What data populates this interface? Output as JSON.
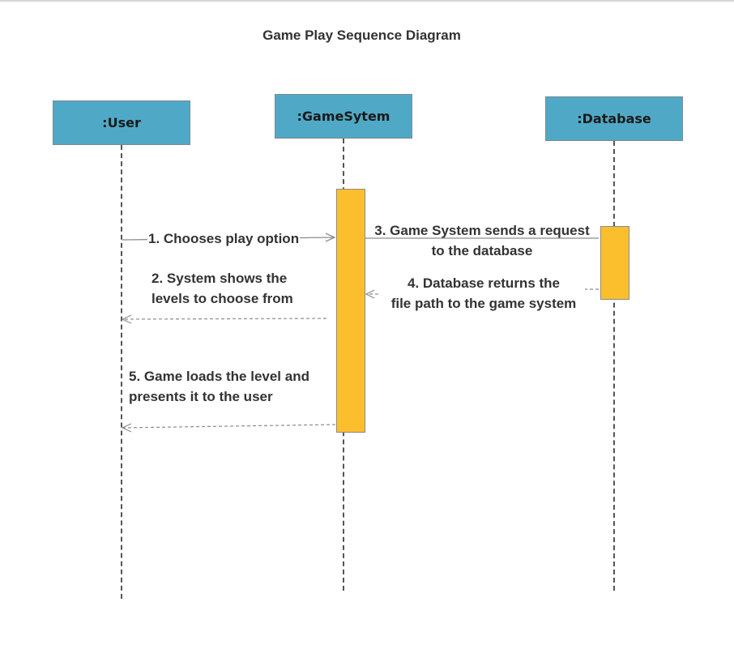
{
  "title": "Game Play Sequence Diagram",
  "lifelines": [
    {
      "label": ":User"
    },
    {
      "label": ":GameSytem"
    },
    {
      "label": ":Database"
    }
  ],
  "messages": [
    {
      "number": 1,
      "lines": [
        "1. Chooses play option"
      ],
      "from": ":User",
      "to": ":GameSytem",
      "style": "solid"
    },
    {
      "number": 2,
      "lines": [
        "2. System shows the",
        "levels to choose from"
      ],
      "from": ":GameSytem",
      "to": ":User",
      "style": "dashed"
    },
    {
      "number": 3,
      "lines": [
        "3. Game System sends a request",
        "to the database"
      ],
      "from": ":GameSytem",
      "to": ":Database",
      "style": "solid"
    },
    {
      "number": 4,
      "lines": [
        "4. Database returns the",
        "file path to the game system"
      ],
      "from": ":Database",
      "to": ":GameSytem",
      "style": "dashed"
    },
    {
      "number": 5,
      "lines": [
        "5. Game loads the level and",
        "presents it to the user"
      ],
      "from": ":GameSytem",
      "to": ":User",
      "style": "dashed"
    }
  ],
  "colors": {
    "lifeline_header": "#4fa9c6",
    "activation": "#fbbf2d",
    "text": "#333333"
  }
}
